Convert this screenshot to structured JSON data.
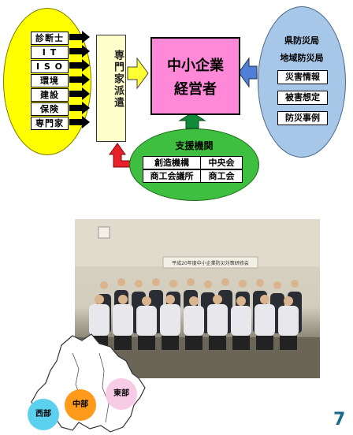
{
  "experts": {
    "items": [
      "診断士",
      "I T",
      "I S O",
      "環境",
      "建設",
      "保険",
      "専門家"
    ]
  },
  "dispatch": {
    "label": "専門家派遣"
  },
  "manager": {
    "line1": "中小企業",
    "line2": "経営者"
  },
  "disaster": {
    "title1": "県防災局",
    "title2": "地域防災局",
    "items": [
      "災害情報",
      "被害想定",
      "防災事例"
    ]
  },
  "support": {
    "title": "支援機関",
    "row1": [
      "創造機構",
      "中央会"
    ],
    "row2": [
      "商工会議所",
      "商工会"
    ]
  },
  "photo": {
    "banner": "平成20年度中小企業防災対策研修会"
  },
  "map": {
    "regions": [
      {
        "name": "西部",
        "color": "#5cd0ef"
      },
      {
        "name": "中部",
        "color": "#ff9a1a"
      },
      {
        "name": "東部",
        "color": "#f7cbe6"
      }
    ]
  },
  "page": {
    "number": "7"
  }
}
